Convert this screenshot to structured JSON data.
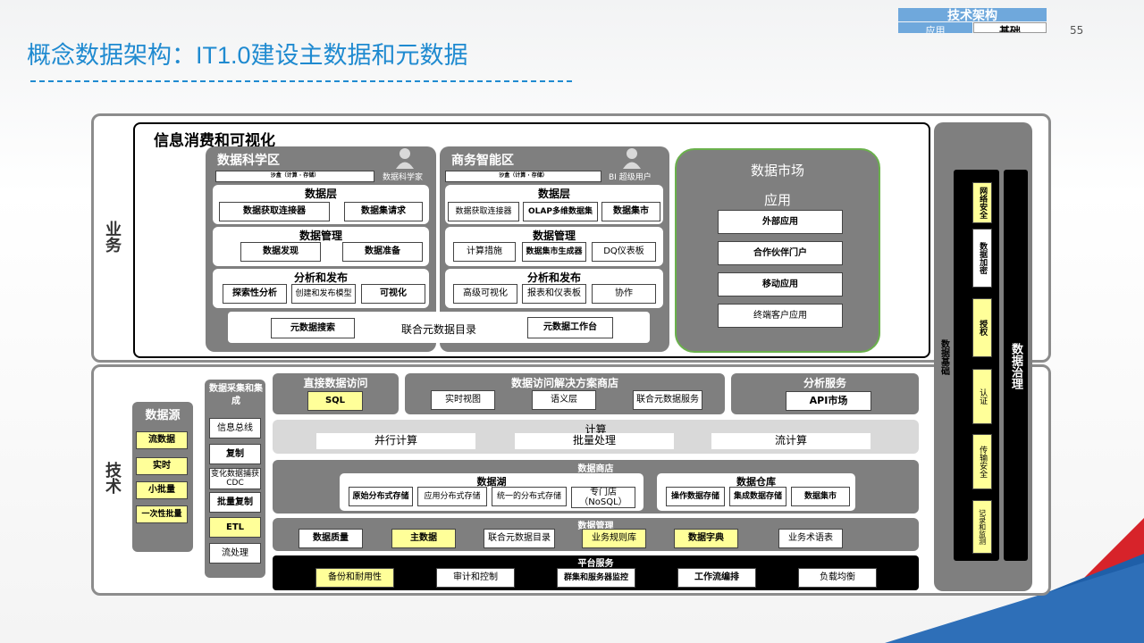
{
  "page": {
    "title": "概念数据架构：IT1.0建设主数据和元数据",
    "number": "55"
  },
  "legend": {
    "top": "技术架构",
    "left": "应用",
    "right": "基础"
  },
  "business": {
    "side_label": "业务",
    "title": "信息消费和可视化",
    "ds": {
      "title": "数据科学区",
      "role": "数据科学家",
      "sandbox": "沙盒（计算 · 存储）",
      "data_layer": {
        "title": "数据层",
        "items": [
          "数据获取连接器",
          "数据集请求"
        ]
      },
      "mgmt": {
        "title": "数据管理",
        "items": [
          "数据发现",
          "数据准备"
        ]
      },
      "analysis": {
        "title": "分析和发布",
        "items": [
          "探索性分析",
          "创建和发布模型",
          "可视化"
        ]
      }
    },
    "bi": {
      "title": "商务智能区",
      "role": "BI 超级用户",
      "sandbox": "沙盒（计算 · 存储）",
      "data_layer": {
        "title": "数据层",
        "items": [
          "数据获取连接器",
          "OLAP多维数据集",
          "数据集市"
        ]
      },
      "mgmt": {
        "title": "数据管理",
        "items": [
          "计算措施",
          "数据集市生成器",
          "DQ仪表板"
        ]
      },
      "analysis": {
        "title": "分析和发布",
        "items": [
          "高级可视化",
          "报表和仪表板",
          "协作"
        ]
      }
    },
    "catalog": {
      "label": "联合元数据目录",
      "left": "元数据搜索",
      "right": "元数据工作台"
    },
    "market": {
      "title": "数据市场",
      "subtitle": "应用",
      "items": [
        "外部应用",
        "合作伙伴门户",
        "移动应用",
        "终端客户应用"
      ]
    }
  },
  "tech": {
    "side_label": "技术",
    "sources": {
      "title": "数据源",
      "items": [
        "流数据",
        "实时",
        "小批量",
        "一次性批量"
      ]
    },
    "ingest": {
      "title": "数据采集和集成",
      "items": [
        "信息总线",
        "复制",
        "变化数据捕获CDC",
        "批量复制",
        "ETL",
        "流处理"
      ]
    },
    "direct": {
      "title": "直接数据访问",
      "item": "SQL"
    },
    "solution": {
      "title": "数据访问解决方案商店",
      "items": [
        "实时视图",
        "语义层",
        "联合元数据服务"
      ]
    },
    "analytics": {
      "title": "分析服务",
      "item": "API市场"
    },
    "compute": {
      "title": "计算",
      "items": [
        "并行计算",
        "批量处理",
        "流计算"
      ]
    },
    "store": {
      "title": "数据商店",
      "lake": {
        "title": "数据湖",
        "items": [
          "原始分布式存储",
          "应用分布式存储",
          "统一的分布式存储",
          "专门店（NoSQL）"
        ]
      },
      "warehouse": {
        "title": "数据仓库",
        "items": [
          "操作数据存储",
          "集成数据存储",
          "数据集市"
        ]
      }
    },
    "management": {
      "title": "数据管理",
      "items": [
        "数据质量",
        "主数据",
        "联合元数据目录",
        "业务规则库",
        "数据字典",
        "业务术语表"
      ]
    },
    "platform": {
      "title": "平台服务",
      "items": [
        "备份和耐用性",
        "审计和控制",
        "群集和服务器监控",
        "工作流编排",
        "负载均衡"
      ]
    }
  },
  "right": {
    "foundation": "数据基础",
    "security": {
      "title": "安全",
      "items": [
        "网络安全",
        "数据加密",
        "授权",
        "认证",
        "传输安全",
        "记录和监测"
      ]
    },
    "governance": "数据治理"
  },
  "colors": {
    "accent": "#1f8ad0",
    "panel": "#7f7f7f",
    "yellow": "#ffff99",
    "border": "#444444",
    "market": "#6ab04c"
  }
}
